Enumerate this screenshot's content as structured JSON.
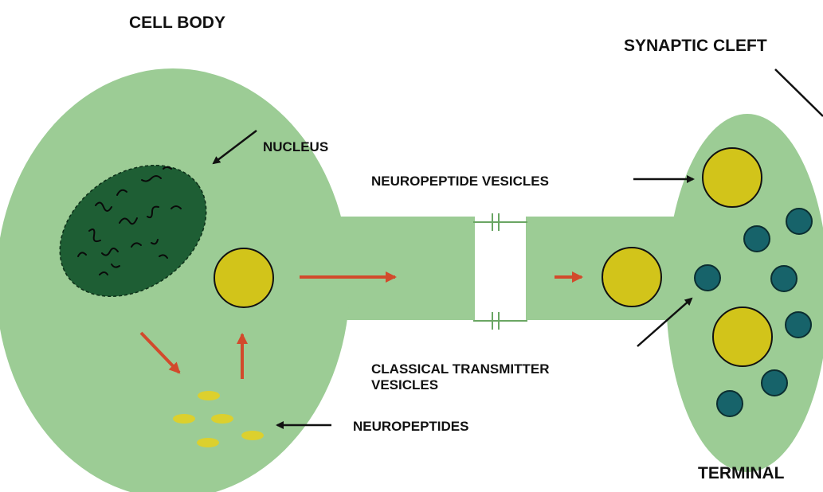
{
  "labels": {
    "cell_body": "CELL BODY",
    "synaptic_cleft": "SYNAPTIC CLEFT",
    "nucleus": "NUCLEUS",
    "neuropeptide_vesicles": "NEUROPEPTIDE VESICLES",
    "classical_transmitter_line1": "CLASSICAL TRANSMITTER",
    "classical_transmitter_line2": "VESICLES",
    "neuropeptides": "NEUROPEPTIDES",
    "terminal": "TERMINAL"
  },
  "colors": {
    "cytoplasm": "#9ccc95",
    "nucleus": "#1e5e34",
    "neuropeptide_vesicle": "#d2c41a",
    "classical_vesicle": "#17636a",
    "neuropeptide": "#dcd02e",
    "transport_arrow": "#d24a2c",
    "label_arrow": "#111111"
  }
}
